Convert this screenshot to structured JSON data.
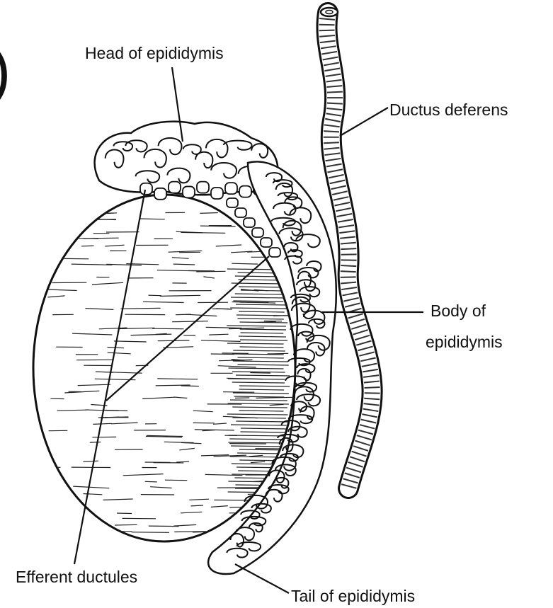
{
  "labels": {
    "head": "Head of epididymis",
    "ductus": "Ductus deferens",
    "body_line1": "Body of",
    "body_line2": "epididymis",
    "efferent": "Efferent ductules",
    "tail": "Tail of epididymis"
  },
  "fragment": ")",
  "colors": {
    "ink": "#111111",
    "paper": "#ffffff"
  }
}
